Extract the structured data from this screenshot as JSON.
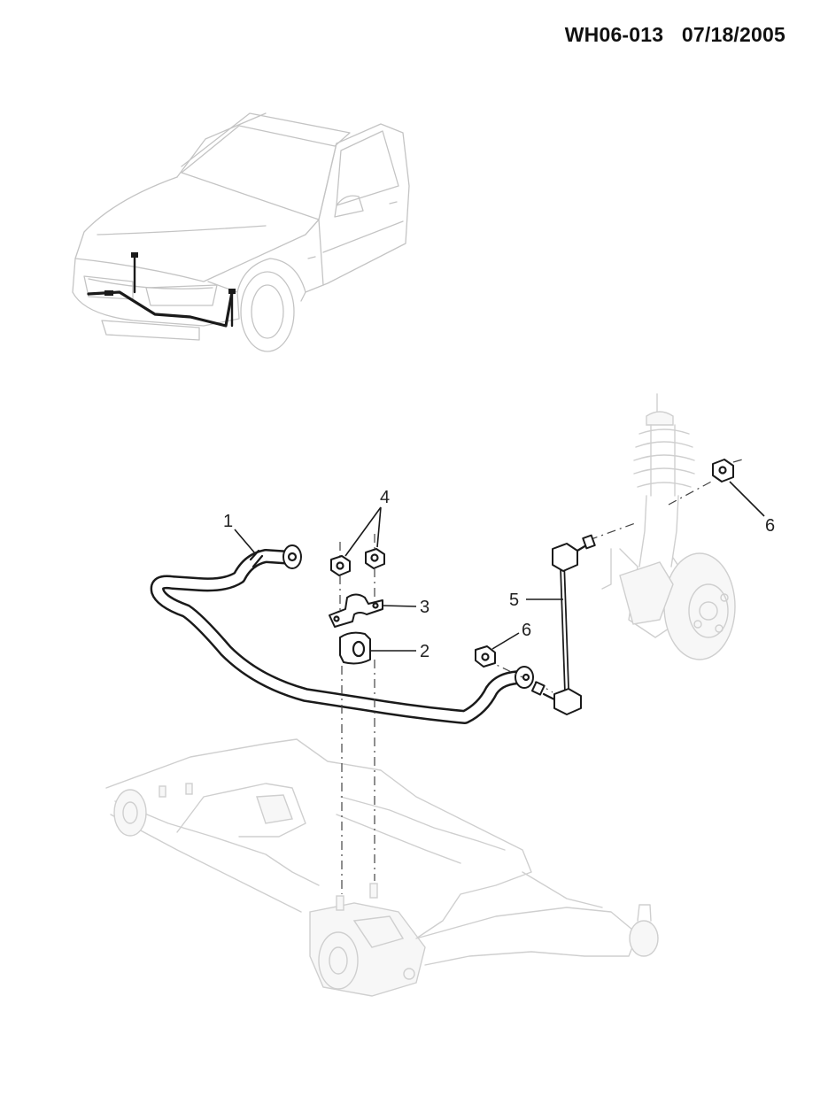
{
  "header": {
    "code": "WH06-013",
    "date": "07/18/2005"
  },
  "callouts": [
    {
      "id": "c1",
      "label": "1"
    },
    {
      "id": "c2",
      "label": "2"
    },
    {
      "id": "c3",
      "label": "3"
    },
    {
      "id": "c4",
      "label": "4"
    },
    {
      "id": "c5",
      "label": "5"
    },
    {
      "id": "c6a",
      "label": "6"
    },
    {
      "id": "c6b",
      "label": "6"
    }
  ]
}
